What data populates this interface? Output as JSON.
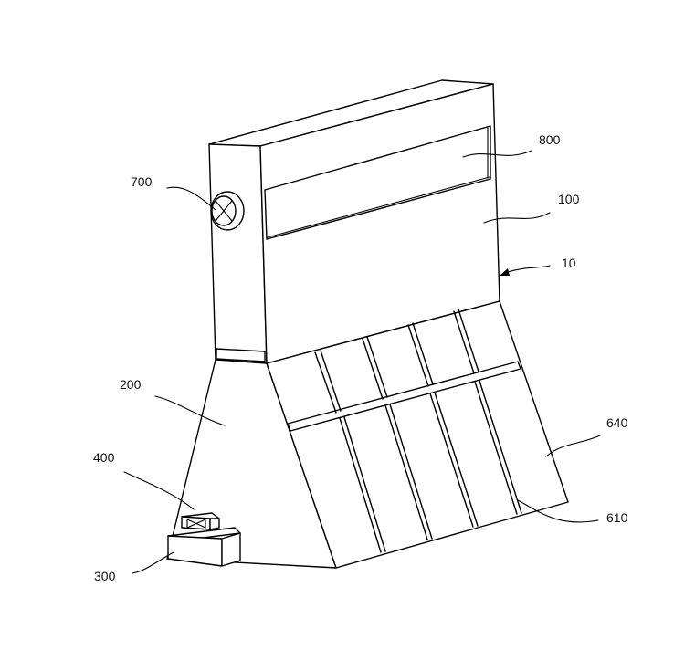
{
  "labels": {
    "enclosure": "100",
    "base": "200",
    "box": "300",
    "valve": "400",
    "panel_frame": "610",
    "solar_panel": "640",
    "fan": "700",
    "display": "800",
    "assembly": "10"
  }
}
